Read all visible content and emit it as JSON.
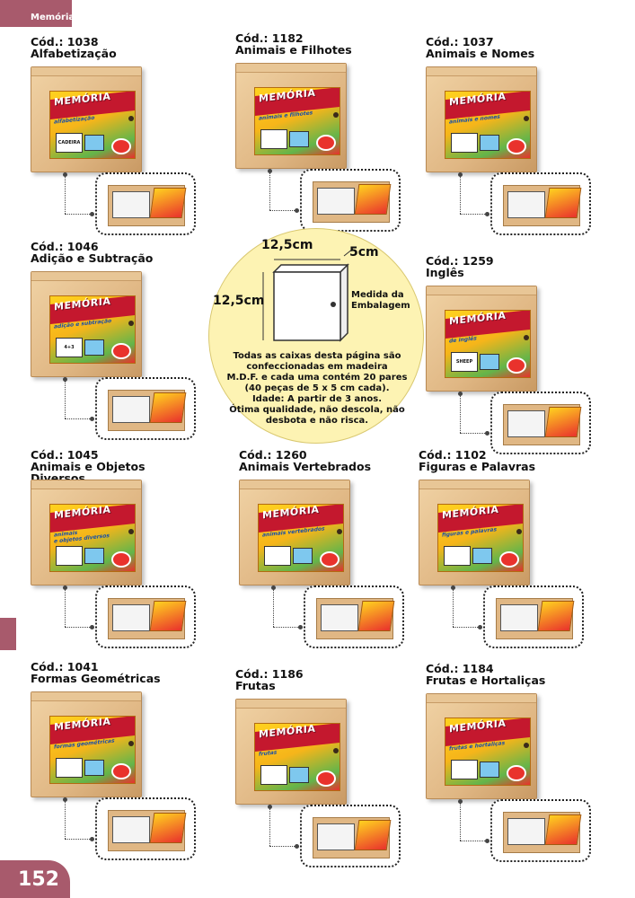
{
  "header": {
    "section": "Memórias"
  },
  "footer": {
    "page_number": "152"
  },
  "info": {
    "width": "12,5cm",
    "depth": "5cm",
    "height": "12,5cm",
    "measure_label": "Medida da\nEmbalagem",
    "lines": [
      "Todas as caixas desta página são",
      "confeccionadas em madeira",
      "M.D.F. e cada uma contém 20 pares",
      "(40 peças de 5 x 5 cm cada).",
      "Idade: A partir de 3 anos.",
      "Ótima qualidade, não descola, não",
      "desbota e não risca."
    ]
  },
  "products": [
    {
      "code": "Cód.: 1038",
      "name": "Alfabetização",
      "box_title": "MEMÓRIA",
      "box_subtitle": "alfabetização",
      "card_text": "CADEIRA"
    },
    {
      "code": "Cód.: 1182",
      "name": "Animais e Filhotes",
      "box_title": "MEMÓRIA",
      "box_subtitle": "animais e filhotes",
      "card_text": ""
    },
    {
      "code": "Cód.: 1037",
      "name": "Animais e Nomes",
      "box_title": "MEMÓRIA",
      "box_subtitle": "animais e nomes",
      "card_text": ""
    },
    {
      "code": "Cód.: 1046",
      "name": "Adição e Subtração",
      "box_title": "MEMÓRIA",
      "box_subtitle": "adição e subtração",
      "card_text": "4+3"
    },
    {
      "code": "Cód.: 1259",
      "name": "Inglês",
      "box_title": "MEMÓRIA",
      "box_subtitle": "de inglês",
      "card_text": "SHEEP"
    },
    {
      "code": "Cód.: 1045",
      "name": "Animais e Objetos\nDiversos",
      "box_title": "MEMÓRIA",
      "box_subtitle": "animais\ne objetos diversos",
      "card_text": ""
    },
    {
      "code": "Cód.: 1260",
      "name": "Animais Vertebrados",
      "box_title": "MEMÓRIA",
      "box_subtitle": "animais vertebrados",
      "card_text": ""
    },
    {
      "code": "Cód.: 1102",
      "name": "Figuras e Palavras",
      "box_title": "MEMÓRIA",
      "box_subtitle": "figuras e palavras",
      "card_text": ""
    },
    {
      "code": "Cód.: 1041",
      "name": "Formas Geométricas",
      "box_title": "MEMÓRIA",
      "box_subtitle": "formas geométricas",
      "card_text": ""
    },
    {
      "code": "Cód.: 1186",
      "name": "Frutas",
      "box_title": "MEMÓRIA",
      "box_subtitle": "frutas",
      "card_text": ""
    },
    {
      "code": "Cód.: 1184",
      "name": "Frutas e Hortaliças",
      "box_title": "MEMÓRIA",
      "box_subtitle": "frutas e hortaliças",
      "card_text": ""
    }
  ]
}
